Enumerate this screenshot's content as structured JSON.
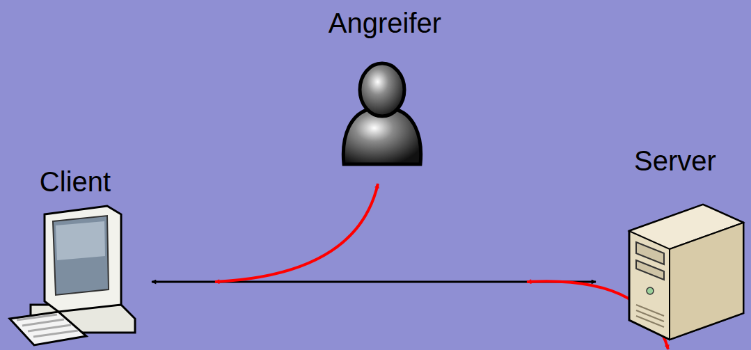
{
  "diagram": {
    "nodes": [
      {
        "text": [
          "Angreifer"
        ]
      },
      {
        "text": [
          "Client"
        ]
      },
      {
        "text": [
          "Server"
        ]
      }
    ],
    "edges": [
      {
        "from": 1,
        "to": 2,
        "arrow": "both"
      },
      {
        "from": 1,
        "to": 0,
        "arrow": "both"
      },
      {
        "from": 0,
        "to": 2,
        "arrow": "both"
      }
    ]
  }
}
